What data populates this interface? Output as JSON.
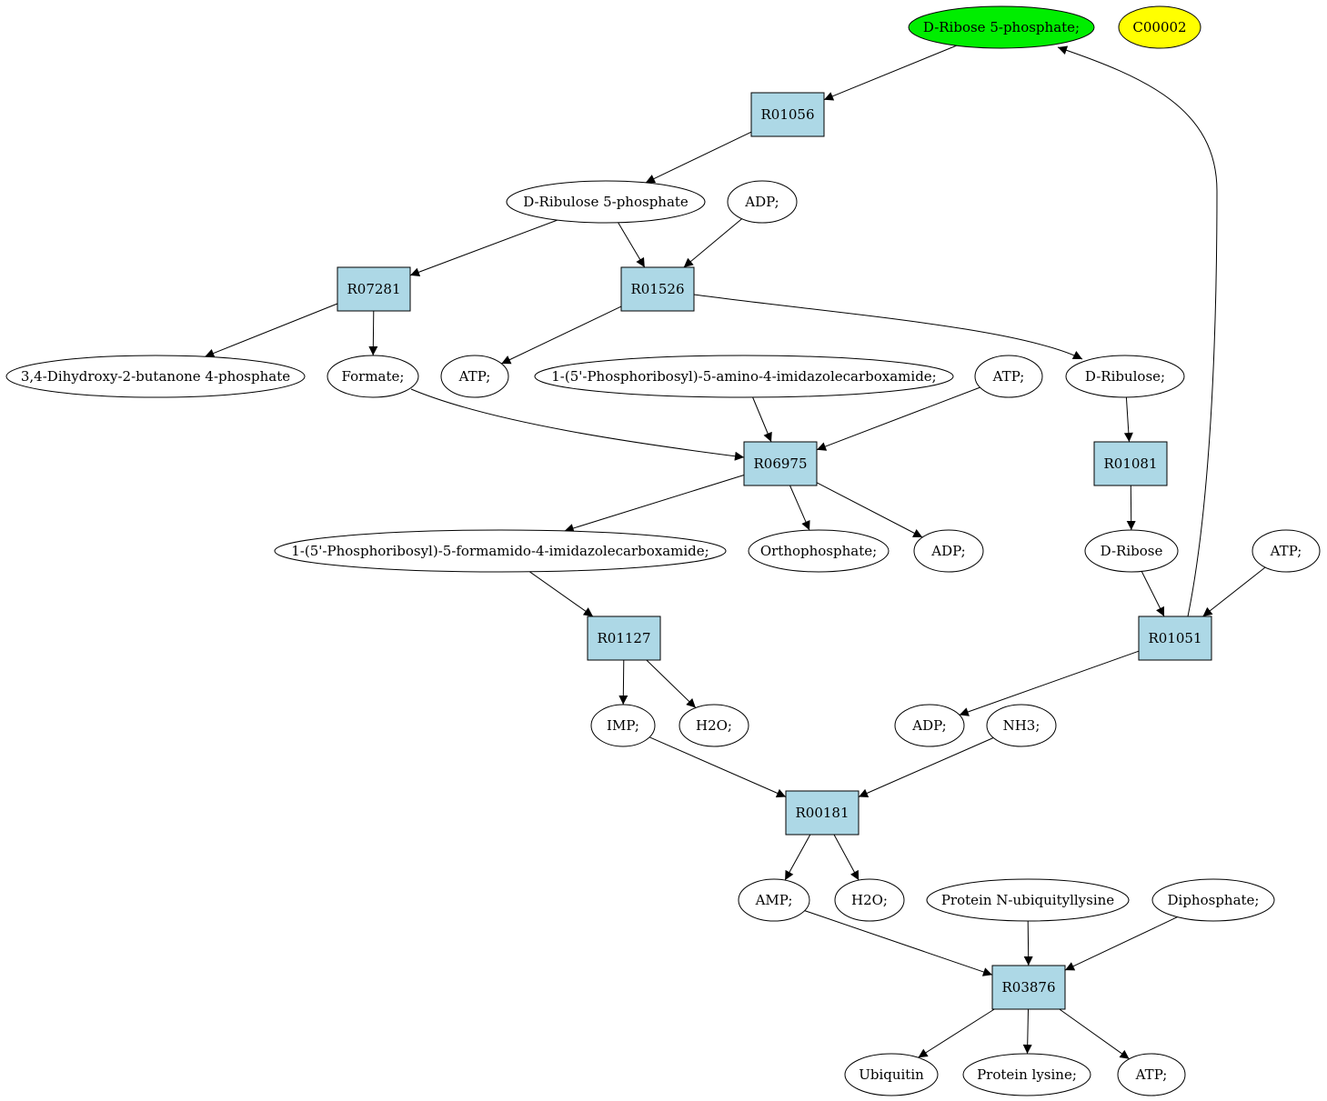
{
  "colors": {
    "reaction_fill": "#add8e6",
    "compound_fill": "#ffffff",
    "start_fill": "#00ee00",
    "legend_fill": "#ffff00",
    "stroke": "#000000"
  },
  "nodes": {
    "c_ribose5p": {
      "label": "D-Ribose 5-phosphate;",
      "kind": "compound",
      "role": "start"
    },
    "c_c00002": {
      "label": "C00002",
      "kind": "compound",
      "role": "legend"
    },
    "r_R01056": {
      "label": "R01056",
      "kind": "reaction"
    },
    "c_ribulose5p": {
      "label": "D-Ribulose 5-phosphate",
      "kind": "compound"
    },
    "c_adp_1": {
      "label": "ADP;",
      "kind": "compound"
    },
    "r_R07281": {
      "label": "R07281",
      "kind": "reaction"
    },
    "r_R01526": {
      "label": "R01526",
      "kind": "reaction"
    },
    "c_dihydroxybutanone": {
      "label": "3,4-Dihydroxy-2-butanone 4-phosphate",
      "kind": "compound"
    },
    "c_formate": {
      "label": "Formate;",
      "kind": "compound"
    },
    "c_atp_1": {
      "label": "ATP;",
      "kind": "compound"
    },
    "c_aicar": {
      "label": "1-(5'-Phosphoribosyl)-5-amino-4-imidazolecarboxamide;",
      "kind": "compound"
    },
    "c_atp_2": {
      "label": "ATP;",
      "kind": "compound"
    },
    "c_ribulose": {
      "label": "D-Ribulose;",
      "kind": "compound"
    },
    "r_R06975": {
      "label": "R06975",
      "kind": "reaction"
    },
    "r_R01081": {
      "label": "R01081",
      "kind": "reaction"
    },
    "c_faicar": {
      "label": "1-(5'-Phosphoribosyl)-5-formamido-4-imidazolecarboxamide;",
      "kind": "compound"
    },
    "c_orthophosphate": {
      "label": "Orthophosphate;",
      "kind": "compound"
    },
    "c_adp_2": {
      "label": "ADP;",
      "kind": "compound"
    },
    "c_ribose": {
      "label": "D-Ribose",
      "kind": "compound"
    },
    "c_atp_3": {
      "label": "ATP;",
      "kind": "compound"
    },
    "r_R01127": {
      "label": "R01127",
      "kind": "reaction"
    },
    "r_R01051": {
      "label": "R01051",
      "kind": "reaction"
    },
    "c_imp": {
      "label": "IMP;",
      "kind": "compound"
    },
    "c_h2o_1": {
      "label": "H2O;",
      "kind": "compound"
    },
    "c_adp_3": {
      "label": "ADP;",
      "kind": "compound"
    },
    "c_nh3": {
      "label": "NH3;",
      "kind": "compound"
    },
    "r_R00181": {
      "label": "R00181",
      "kind": "reaction"
    },
    "c_amp": {
      "label": "AMP;",
      "kind": "compound"
    },
    "c_h2o_2": {
      "label": "H2O;",
      "kind": "compound"
    },
    "c_protein_ubiq": {
      "label": "Protein N-ubiquityllysine",
      "kind": "compound"
    },
    "c_diphosphate": {
      "label": "Diphosphate;",
      "kind": "compound"
    },
    "r_R03876": {
      "label": "R03876",
      "kind": "reaction"
    },
    "c_ubiquitin": {
      "label": "Ubiquitin",
      "kind": "compound"
    },
    "c_protein_lysine": {
      "label": "Protein lysine;",
      "kind": "compound"
    },
    "c_atp_4": {
      "label": "ATP;",
      "kind": "compound"
    }
  },
  "edges": [
    {
      "from": "c_ribose5p",
      "to": "r_R01056"
    },
    {
      "from": "r_R01056",
      "to": "c_ribulose5p"
    },
    {
      "from": "c_ribulose5p",
      "to": "r_R07281"
    },
    {
      "from": "c_ribulose5p",
      "to": "r_R01526"
    },
    {
      "from": "c_adp_1",
      "to": "r_R01526"
    },
    {
      "from": "r_R07281",
      "to": "c_dihydroxybutanone"
    },
    {
      "from": "r_R07281",
      "to": "c_formate"
    },
    {
      "from": "r_R01526",
      "to": "c_atp_1"
    },
    {
      "from": "r_R01526",
      "to": "c_ribulose"
    },
    {
      "from": "c_formate",
      "to": "r_R06975"
    },
    {
      "from": "c_aicar",
      "to": "r_R06975"
    },
    {
      "from": "c_atp_2",
      "to": "r_R06975"
    },
    {
      "from": "c_ribulose",
      "to": "r_R01081"
    },
    {
      "from": "r_R06975",
      "to": "c_faicar"
    },
    {
      "from": "r_R06975",
      "to": "c_orthophosphate"
    },
    {
      "from": "r_R06975",
      "to": "c_adp_2"
    },
    {
      "from": "r_R01081",
      "to": "c_ribose"
    },
    {
      "from": "c_faicar",
      "to": "r_R01127"
    },
    {
      "from": "c_ribose",
      "to": "r_R01051"
    },
    {
      "from": "c_atp_3",
      "to": "r_R01051"
    },
    {
      "from": "r_R01127",
      "to": "c_imp"
    },
    {
      "from": "r_R01127",
      "to": "c_h2o_1"
    },
    {
      "from": "r_R01051",
      "to": "c_adp_3"
    },
    {
      "from": "r_R01051",
      "to": "c_ribose5p"
    },
    {
      "from": "c_imp",
      "to": "r_R00181"
    },
    {
      "from": "c_nh3",
      "to": "r_R00181"
    },
    {
      "from": "r_R00181",
      "to": "c_amp"
    },
    {
      "from": "r_R00181",
      "to": "c_h2o_2"
    },
    {
      "from": "c_amp",
      "to": "r_R03876"
    },
    {
      "from": "c_protein_ubiq",
      "to": "r_R03876"
    },
    {
      "from": "c_diphosphate",
      "to": "r_R03876"
    },
    {
      "from": "r_R03876",
      "to": "c_ubiquitin"
    },
    {
      "from": "r_R03876",
      "to": "c_protein_lysine"
    },
    {
      "from": "r_R03876",
      "to": "c_atp_4"
    }
  ]
}
